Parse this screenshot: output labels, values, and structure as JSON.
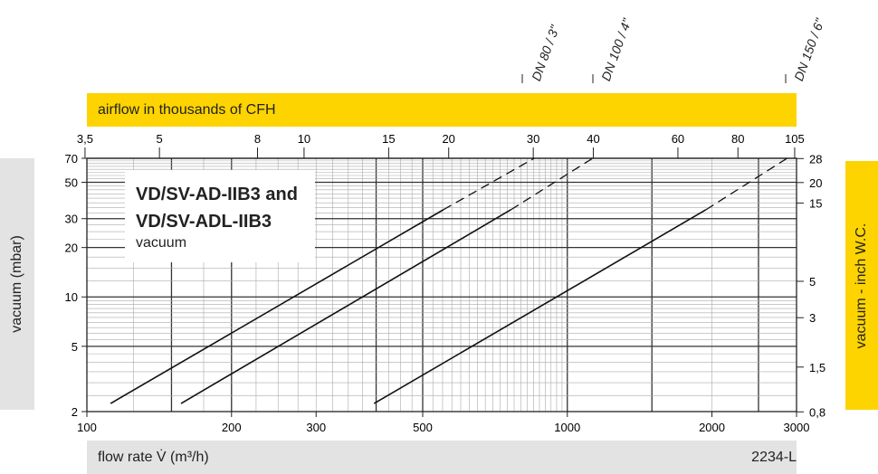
{
  "chart_data": {
    "type": "line",
    "title": "VD/SV-AD-IIB3 and",
    "title_line2": "VD/SV-ADL-IIB3",
    "subtitle": "vacuum",
    "xlabel": "flow rate V̇ (m³/h)",
    "ylabel": "vacuum (mbar)",
    "x2label": "airflow in thousands of CFH",
    "y2label": "vacuum  - inch W.C.",
    "code": "2234-L",
    "x_scale": "log",
    "y_scale": "log",
    "xlim": [
      100,
      3000
    ],
    "ylim": [
      2,
      70
    ],
    "x_ticks": [
      100,
      200,
      300,
      500,
      1000,
      2000,
      3000
    ],
    "x_tick_labels": [
      "100",
      "200",
      "300",
      "500",
      "1000",
      "2000",
      "3000"
    ],
    "y_ticks": [
      2,
      5,
      10,
      20,
      30,
      50,
      70
    ],
    "y_tick_labels": [
      "2",
      "5",
      "10",
      "20",
      "30",
      "50",
      "70"
    ],
    "x2_ticks": [
      3.5,
      5,
      8,
      10,
      15,
      20,
      30,
      40,
      60,
      80,
      105
    ],
    "x2_tick_labels": [
      "3,5",
      "5",
      "8",
      "10",
      "15",
      "20",
      "30",
      "40",
      "60",
      "80",
      "105"
    ],
    "y2_ticks": [
      28,
      20,
      15,
      5,
      3,
      1.5,
      0.8
    ],
    "y2_tick_labels": [
      "28",
      "20",
      "15",
      "5",
      "3",
      "1,5",
      "0,8"
    ],
    "grid": true,
    "series": [
      {
        "name": "DN 80 / 3\"",
        "solid": [
          [
            112,
            2.24
          ],
          [
            552,
            34
          ]
        ],
        "dashed": [
          [
            552,
            34
          ],
          [
            853,
            70
          ]
        ]
      },
      {
        "name": "DN 100 / 4\"",
        "solid": [
          [
            157,
            2.24
          ],
          [
            763,
            34
          ]
        ],
        "dashed": [
          [
            763,
            34
          ],
          [
            1129,
            70
          ]
        ]
      },
      {
        "name": "DN 150 / 6\"",
        "solid": [
          [
            396,
            2.24
          ],
          [
            1943,
            34
          ]
        ],
        "dashed": [
          [
            1943,
            34
          ],
          [
            2867,
            70
          ]
        ]
      }
    ]
  }
}
